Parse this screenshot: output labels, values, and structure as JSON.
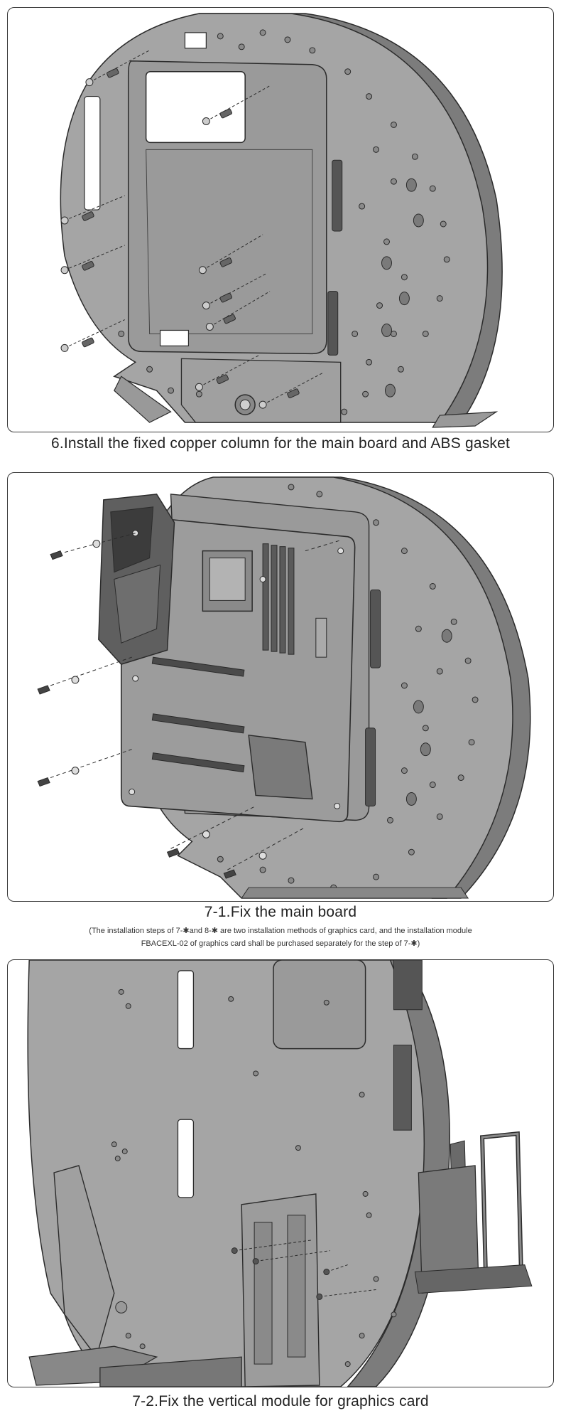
{
  "steps": [
    {
      "caption": "6.Install the fixed copper column for the main board and ABS gasket"
    },
    {
      "caption": "7-1.Fix the main board",
      "note_line1": "(The installation steps of 7-✱and 8-✱ are two installation methods of graphics card, and the installation module",
      "note_line2": "FBACEXL-02 of graphics card shall be purchased separately for the step of 7-✱)"
    },
    {
      "caption": "7-2.Fix the vertical module for graphics card"
    }
  ],
  "colors": {
    "plate": "#a5a5a5",
    "plate_edge": "#5a5a5a",
    "outline": "#2b2b2b",
    "board": "#9c9c9c"
  }
}
